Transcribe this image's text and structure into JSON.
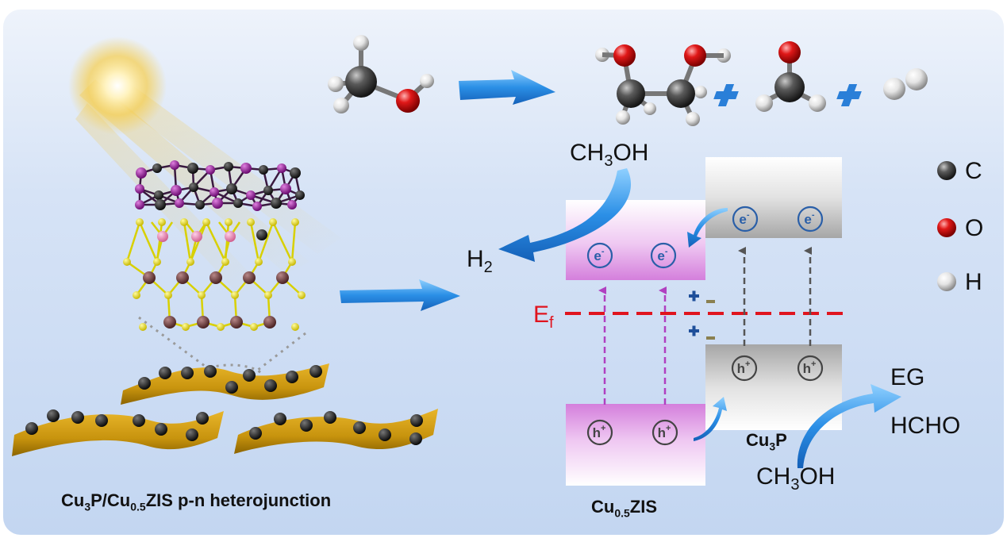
{
  "heterojunction_label": {
    "prefix": "Cu",
    "sub1": "3",
    "mid": "P/Cu",
    "sub2": "0.5",
    "suffix": "ZIS p-n heterojunction"
  },
  "reactant_top": {
    "main": "CH",
    "sub": "3",
    "tail": "OH"
  },
  "h2_label": {
    "main": "H",
    "sub": "2"
  },
  "fermi_label": {
    "main": "E",
    "sub": "f"
  },
  "cu3p_label": {
    "main": "Cu",
    "sub": "3",
    "tail": "P"
  },
  "cuzis_label": {
    "main": "Cu",
    "sub": "0.5",
    "tail": "ZIS"
  },
  "reactant_bottom": {
    "main": "CH",
    "sub": "3",
    "tail": "OH"
  },
  "products": [
    "EG",
    "HCHO"
  ],
  "legend": [
    {
      "symbol": "C",
      "color": "#404040"
    },
    {
      "symbol": "O",
      "color": "#d01010"
    },
    {
      "symbol": "H",
      "color": "#e8e8e8"
    }
  ],
  "electron_symbol": "e",
  "electron_charge": "-",
  "hole_symbol": "h",
  "hole_charge": "+",
  "colors": {
    "accent_arrow": "#2b8fe6",
    "fermi_line": "#e0141e",
    "cuzis_band": "#d98ee0",
    "cu3p_band": "#a8a8a8",
    "nanosheet": "#c89a10"
  }
}
